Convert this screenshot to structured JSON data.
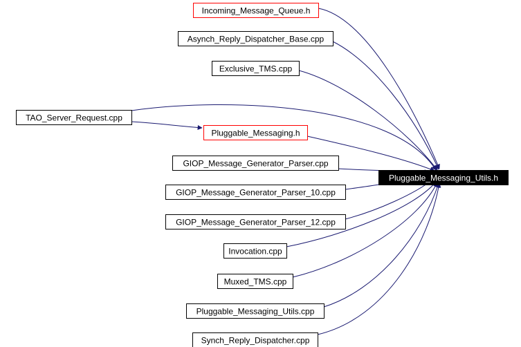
{
  "colors": {
    "edge": "#191970",
    "box_border": "#000000",
    "box_border_truncated": "#ff0000",
    "target_fill": "#000000",
    "target_text": "#ffffff",
    "text": "#000000"
  },
  "target": {
    "label": "Pluggable_Messaging_Utils.h"
  },
  "nodes": [
    {
      "id": "incoming-message-queue",
      "label": "Incoming_Message_Queue.h",
      "truncated": true
    },
    {
      "id": "asynch-reply-dispatcher-base",
      "label": "Asynch_Reply_Dispatcher_Base.cpp",
      "truncated": false
    },
    {
      "id": "exclusive-tms",
      "label": "Exclusive_TMS.cpp",
      "truncated": false
    },
    {
      "id": "tao-server-request",
      "label": "TAO_Server_Request.cpp",
      "truncated": false
    },
    {
      "id": "pluggable-messaging",
      "label": "Pluggable_Messaging.h",
      "truncated": true
    },
    {
      "id": "giop-message-generator-parser",
      "label": "GIOP_Message_Generator_Parser.cpp",
      "truncated": false
    },
    {
      "id": "giop-message-generator-parser-10",
      "label": "GIOP_Message_Generator_Parser_10.cpp",
      "truncated": false
    },
    {
      "id": "giop-message-generator-parser-12",
      "label": "GIOP_Message_Generator_Parser_12.cpp",
      "truncated": false
    },
    {
      "id": "invocation",
      "label": "Invocation.cpp",
      "truncated": false
    },
    {
      "id": "muxed-tms",
      "label": "Muxed_TMS.cpp",
      "truncated": false
    },
    {
      "id": "pluggable-messaging-utils-cpp",
      "label": "Pluggable_Messaging_Utils.cpp",
      "truncated": false
    },
    {
      "id": "synch-reply-dispatcher",
      "label": "Synch_Reply_Dispatcher.cpp",
      "truncated": false
    }
  ],
  "edges": [
    {
      "from": "incoming-message-queue",
      "to": "target"
    },
    {
      "from": "asynch-reply-dispatcher-base",
      "to": "target"
    },
    {
      "from": "exclusive-tms",
      "to": "target"
    },
    {
      "from": "tao-server-request",
      "to": "target"
    },
    {
      "from": "tao-server-request",
      "to": "pluggable-messaging"
    },
    {
      "from": "pluggable-messaging",
      "to": "target"
    },
    {
      "from": "giop-message-generator-parser",
      "to": "target"
    },
    {
      "from": "giop-message-generator-parser-10",
      "to": "target"
    },
    {
      "from": "giop-message-generator-parser-12",
      "to": "target"
    },
    {
      "from": "invocation",
      "to": "target"
    },
    {
      "from": "muxed-tms",
      "to": "target"
    },
    {
      "from": "pluggable-messaging-utils-cpp",
      "to": "target"
    },
    {
      "from": "synch-reply-dispatcher",
      "to": "target"
    }
  ]
}
